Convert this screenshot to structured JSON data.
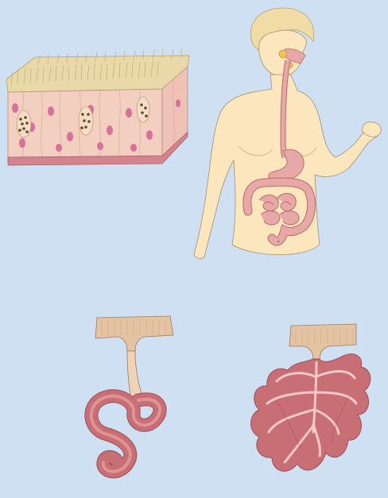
{
  "figure": {
    "colors": {
      "background": "#cfe0f3",
      "skin": "#fbe6bd",
      "skin_outline": "#a58e70",
      "hair": "#f1dca6",
      "tract": "#e7a8a8",
      "tract_dark": "#b86a6a",
      "tissue": "#f3cfc0",
      "tissue_nucleus": "#d8709a",
      "tissue_base": "#d3848c",
      "gland_top": "#e4c3a3",
      "gland_tube": "#c86f75",
      "gland_tube_light": "#e9a3a3",
      "goblet_cells": "#5c4d2c",
      "cilia": "#dcc98f"
    },
    "panels": [
      {
        "id": "epithelium",
        "icon": "ciliated-epithelium-illustration"
      },
      {
        "id": "body",
        "icon": "human-digestive-tract-illustration"
      },
      {
        "id": "simple-tube",
        "icon": "simple-coiled-tubular-gland-illustration"
      },
      {
        "id": "branched",
        "icon": "compound-branched-gland-illustration"
      }
    ]
  }
}
